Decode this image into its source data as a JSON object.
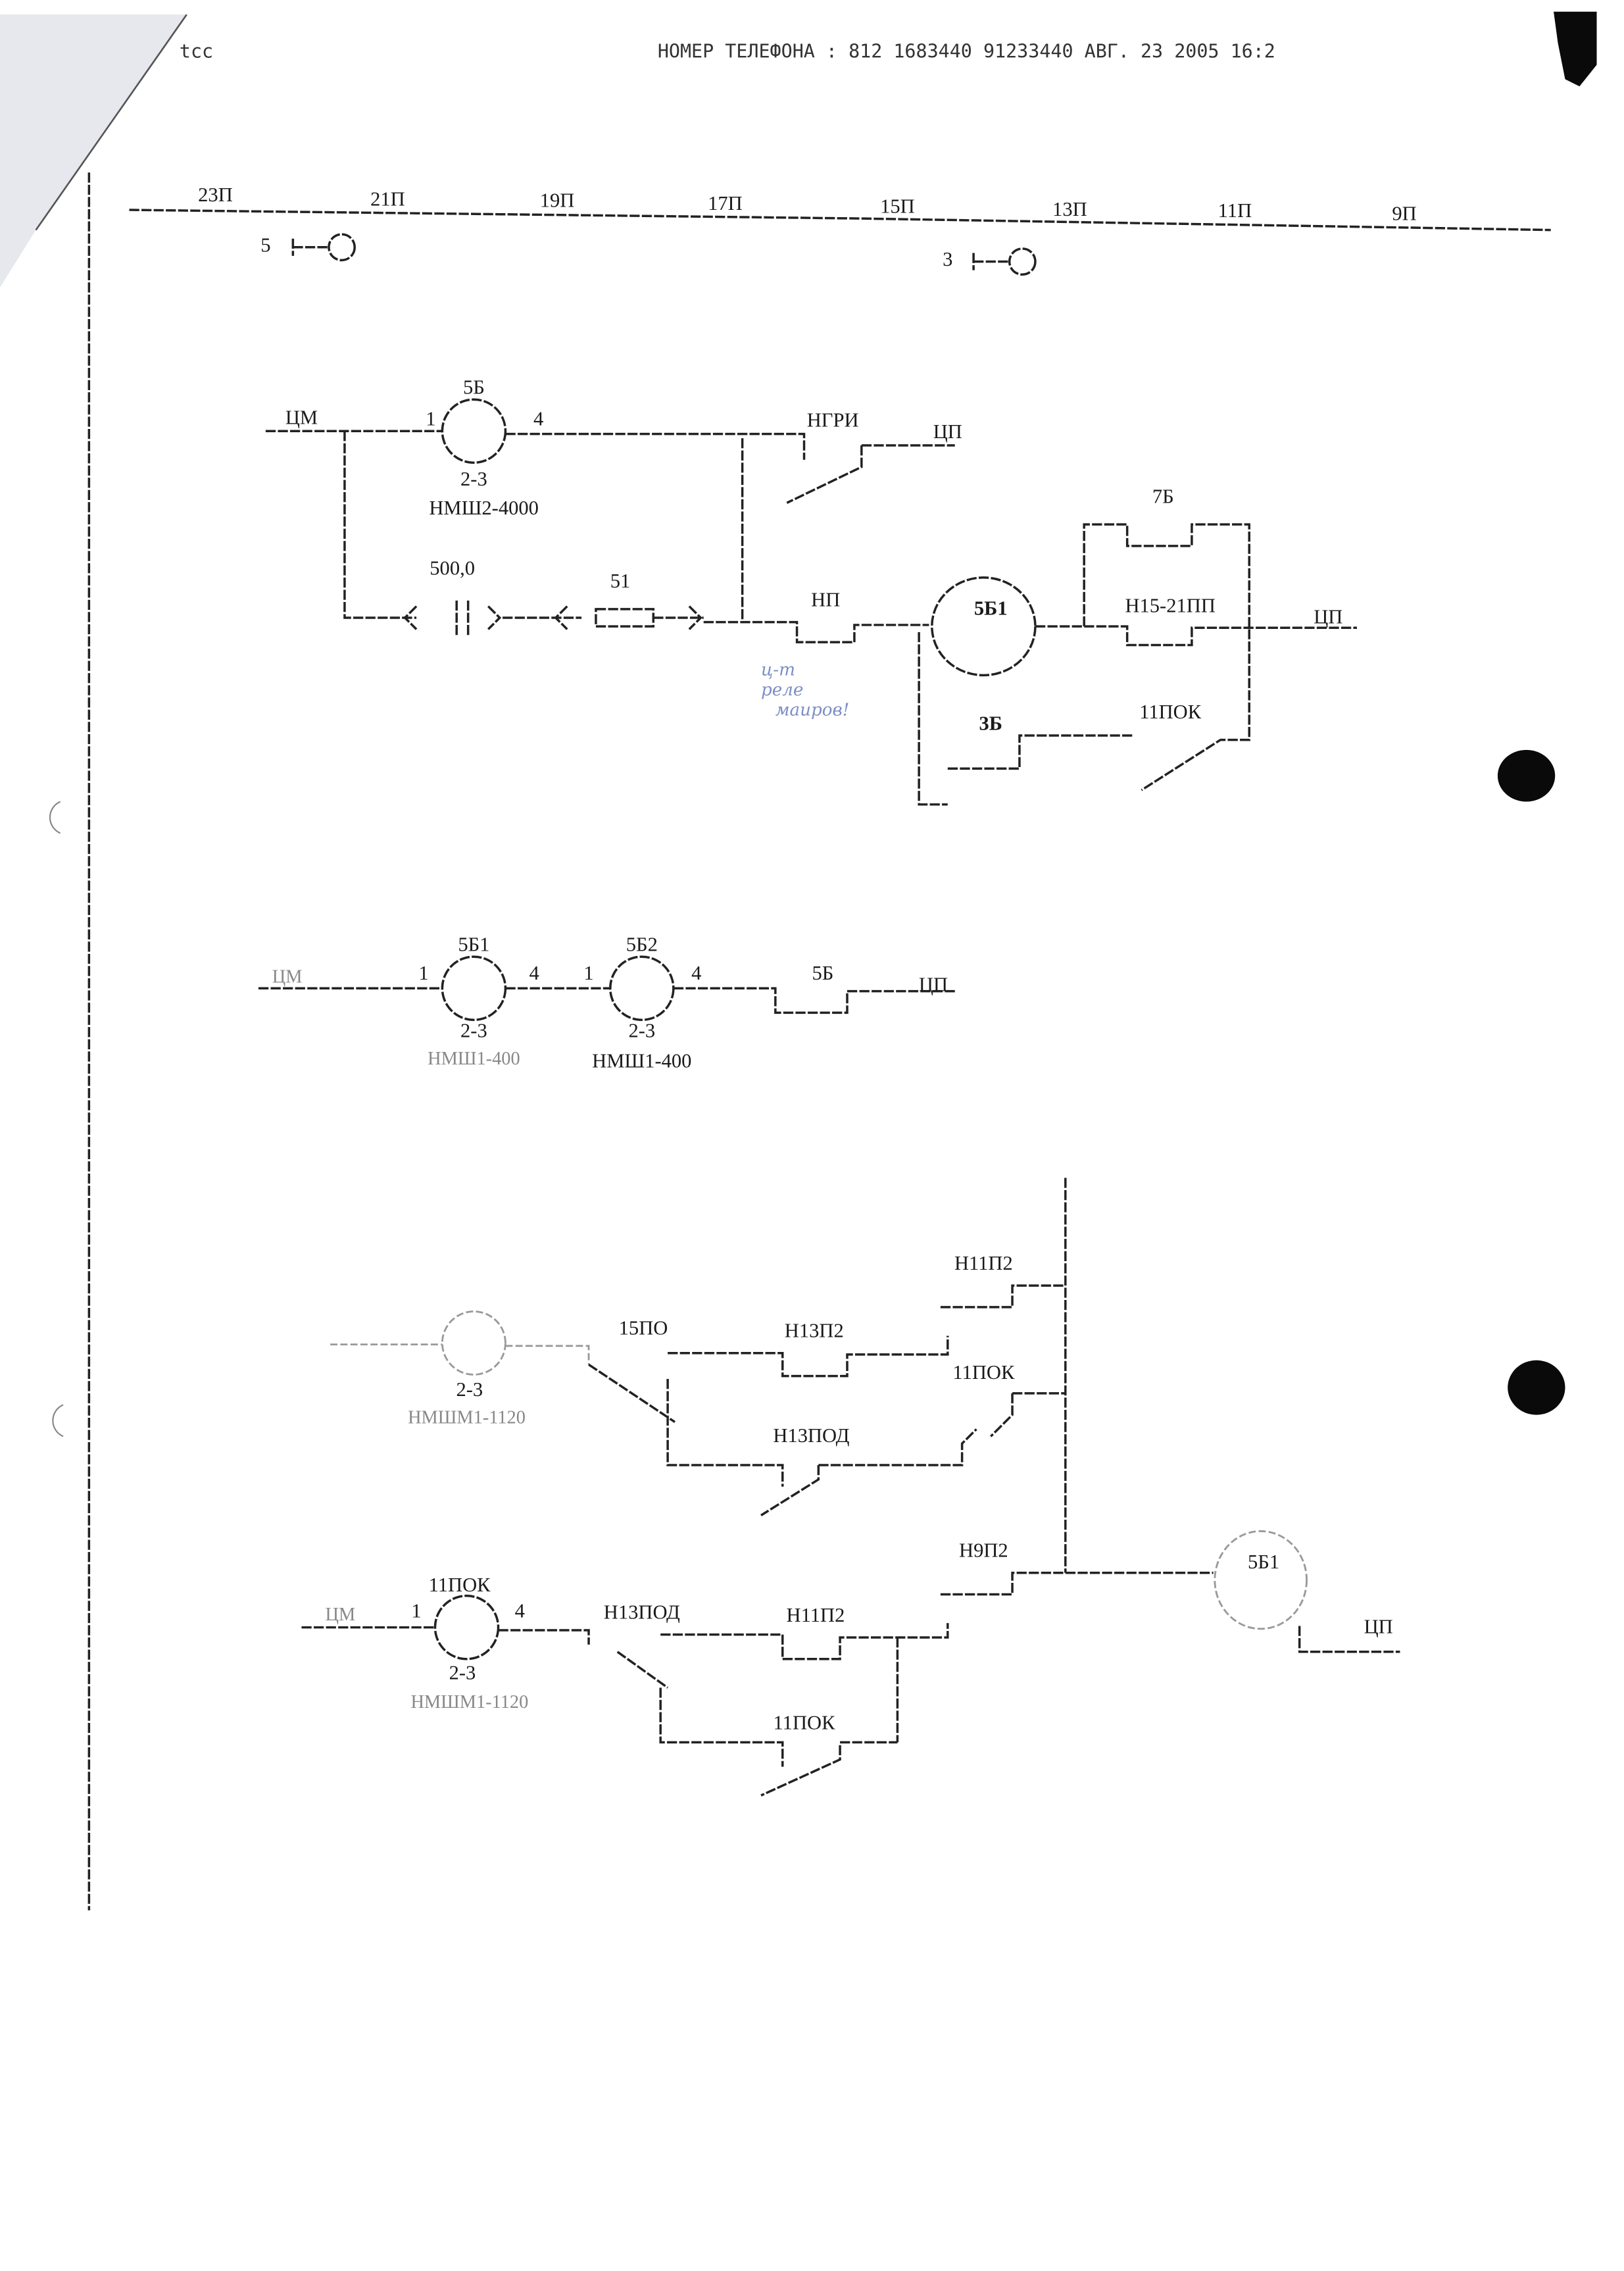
{
  "header": {
    "sender": "tcc",
    "fax_line": "НОМЕР ТЕЛЕФОНА : 812 1683440 91233440 АВГ. 23 2005 16:2"
  },
  "track_line": {
    "sections": [
      "23П",
      "21П",
      "19П",
      "17П",
      "15П",
      "13П",
      "11П",
      "9П"
    ],
    "signals": [
      {
        "num": "5"
      },
      {
        "num": "3"
      }
    ]
  },
  "circuit1": {
    "feed": "ЦМ",
    "relay": {
      "name": "5Б",
      "pin_in": "1",
      "pin_out": "4",
      "winding": "2-3",
      "type": "НМШ2-4000"
    },
    "contact_ngri": "НГРИ",
    "return1": "ЦП",
    "capacitor": "500,0",
    "resistor": "51",
    "contact_np": "НП",
    "relay2": "5Б1",
    "contact_7b": "7Б",
    "contact_h15": "Н15-21ПП",
    "return2": "ЦП",
    "contact_3b": "3Б",
    "contact_11pok": "11ПОК",
    "handwritten_note": [
      "ц-т",
      "реле",
      "маиров!"
    ]
  },
  "circuit2": {
    "feed": "ЦМ",
    "relay1": {
      "name": "5Б1",
      "pin_in": "1",
      "pin_out": "4",
      "winding": "2-3",
      "type": "НМШ1-400"
    },
    "relay2": {
      "name": "5Б2",
      "pin_in": "1",
      "pin_out": "4",
      "winding": "2-3",
      "type": "НМШ1-400"
    },
    "contact": "5Б",
    "return": "ЦП"
  },
  "circuit3": {
    "relay_top": {
      "winding": "2-3",
      "type": "НМШМ1-1120"
    },
    "contact_15po": "15ПО",
    "contact_h13p2": "Н13П2",
    "contact_h11p2_top": "Н11П2",
    "contact_11pok_top": "11ПОК",
    "contact_h13pod_top": "Н13ПОД",
    "contact_h9p2": "Н9П2",
    "relay_out": "5Б1",
    "return": "ЦП",
    "feed": "ЦМ",
    "relay_bottom": {
      "name": "11ПОК",
      "pin_in": "1",
      "pin_out": "4",
      "winding": "2-3",
      "type": "НМШМ1-1120"
    },
    "contact_h13pod": "Н13ПОД",
    "contact_h11p2": "Н11П2",
    "contact_11pok": "11ПОК"
  }
}
